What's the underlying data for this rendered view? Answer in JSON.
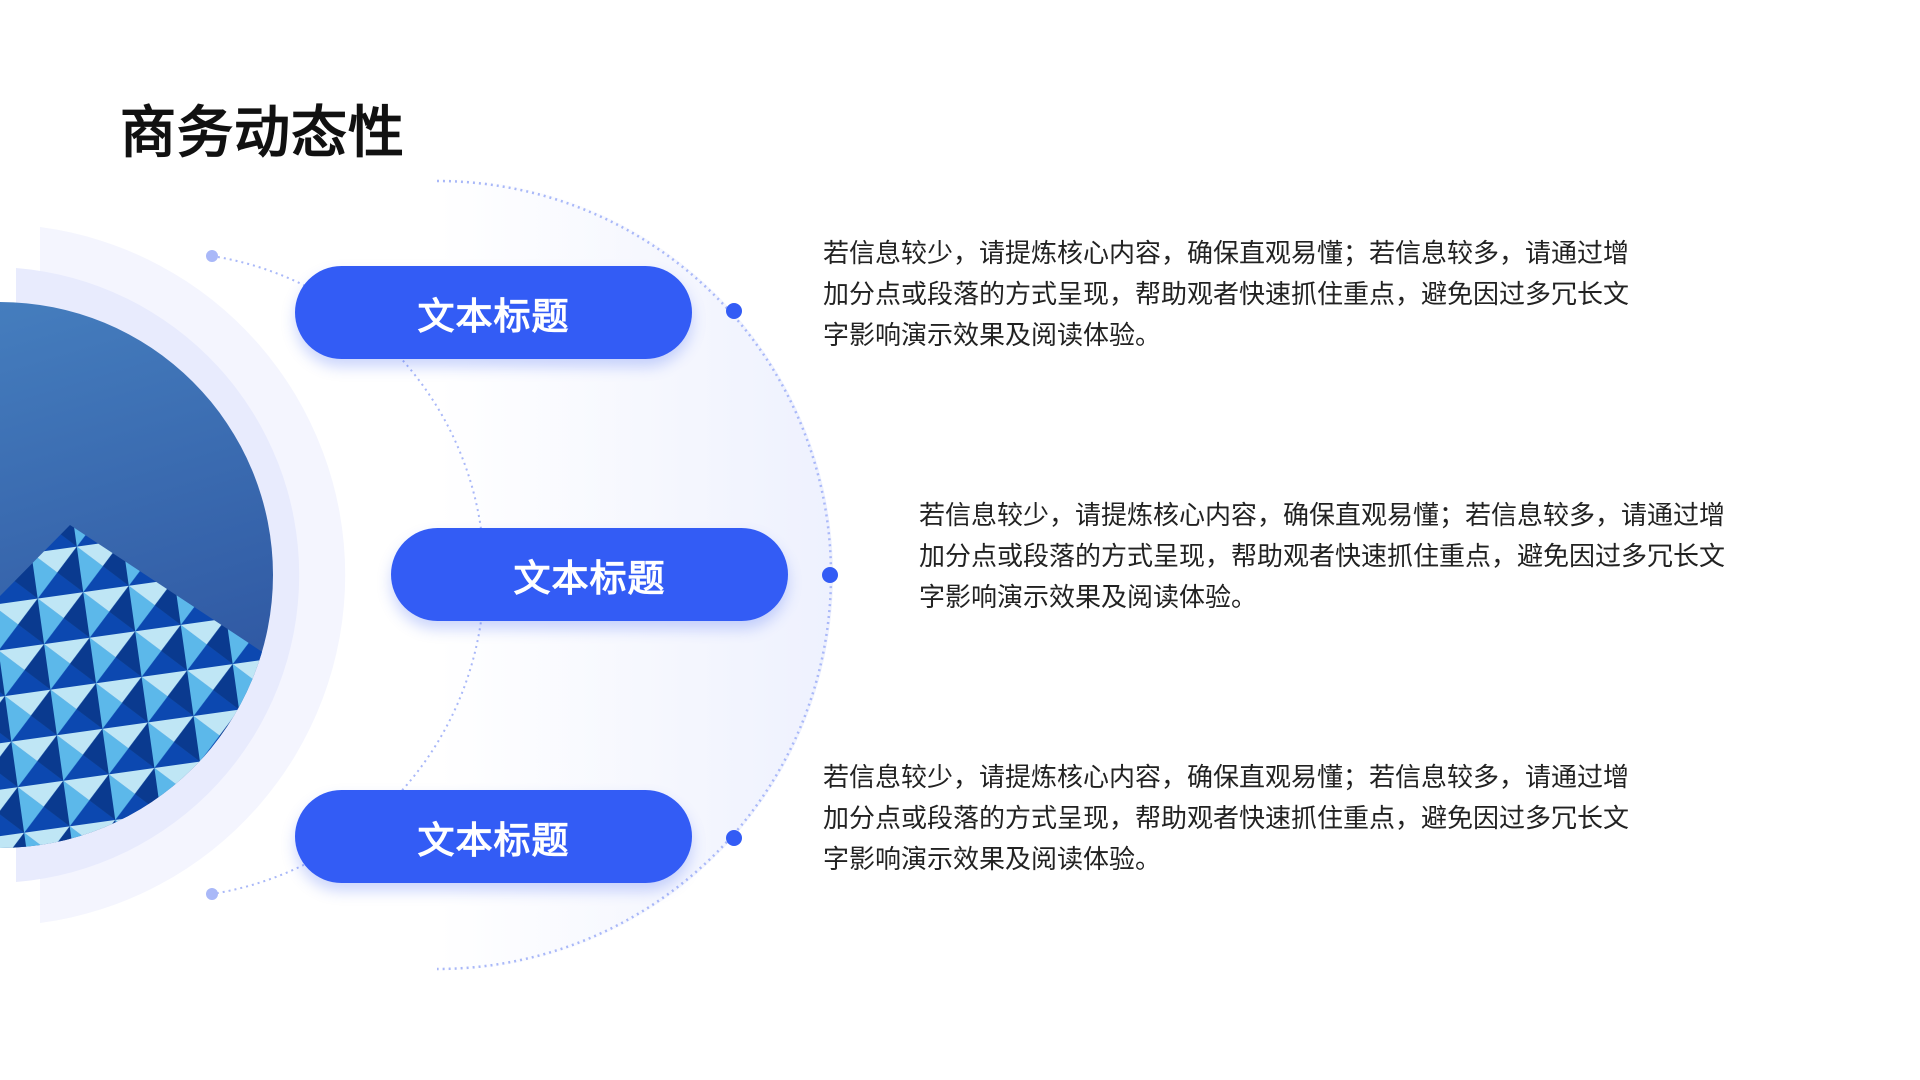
{
  "title": "商务动态性",
  "colors": {
    "accent": "#335cf5",
    "ring": "#e8ebfd",
    "dot_light": "#a9b8f8"
  },
  "image": {
    "icon": "building-facade-photo"
  },
  "items": [
    {
      "label": "文本标题",
      "lines": [
        "若信息较少，请提炼核心内容，确保直观易懂；若信息较多，请通过增",
        "加分点或段落的方式呈现，帮助观者快速抓住重点，避免因过多冗长文",
        "字影响演示效果及阅读体验。"
      ]
    },
    {
      "label": "文本标题",
      "lines": [
        "若信息较少，请提炼核心内容，确保直观易懂；若信息较多，请通过增",
        "加分点或段落的方式呈现，帮助观者快速抓住重点，避免因过多冗长文",
        "字影响演示效果及阅读体验。"
      ]
    },
    {
      "label": "文本标题",
      "lines": [
        "若信息较少，请提炼核心内容，确保直观易懂；若信息较多，请通过增",
        "加分点或段落的方式呈现，帮助观者快速抓住重点，避免因过多冗长文",
        "字影响演示效果及阅读体验。"
      ]
    }
  ]
}
